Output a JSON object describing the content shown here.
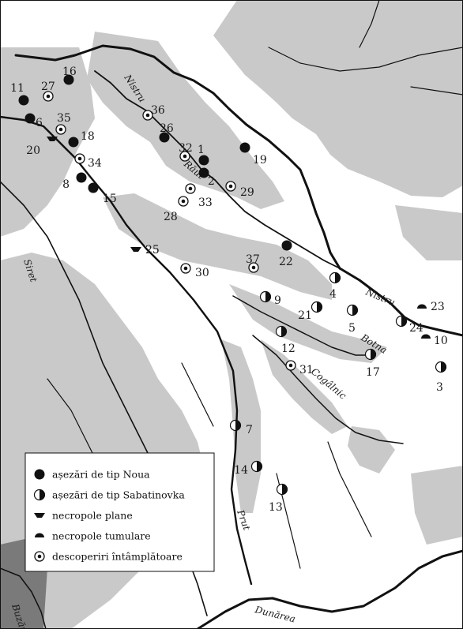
{
  "colors": {
    "paper": "#ffffff",
    "terrain": "#c9c9c9",
    "terrain_dark": "#7a7a7a",
    "ink": "#111111"
  },
  "legend": {
    "items": [
      {
        "symbol": "noua",
        "label": "așezări de tip Noua"
      },
      {
        "symbol": "sabatinovka",
        "label": "așezări de tip Sabatinovka"
      },
      {
        "symbol": "flat-necropolis",
        "label": "necropole plane"
      },
      {
        "symbol": "tumular-necropolis",
        "label": "necropole tumulare"
      },
      {
        "symbol": "chance-find",
        "label": "descoperiri întâmplătoare"
      }
    ]
  },
  "rivers": [
    {
      "id": "nistru-north",
      "name": "Nistru"
    },
    {
      "id": "nistru-south",
      "name": "Nistru"
    },
    {
      "id": "raut",
      "name": "Răut"
    },
    {
      "id": "siret",
      "name": "Siret"
    },
    {
      "id": "botna",
      "name": "Botna"
    },
    {
      "id": "cogalnic",
      "name": "Cogâlnic"
    },
    {
      "id": "prut",
      "name": "Prut"
    },
    {
      "id": "buzau",
      "name": "Buzău"
    },
    {
      "id": "dunarea",
      "name": "Dunărea"
    }
  ],
  "sites": [
    {
      "label": "1",
      "type": "noua"
    },
    {
      "label": "2",
      "type": "noua"
    },
    {
      "label": "3",
      "type": "sabatinovka"
    },
    {
      "label": "4",
      "type": "sabatinovka"
    },
    {
      "label": "5",
      "type": "sabatinovka"
    },
    {
      "label": "6",
      "type": "noua"
    },
    {
      "label": "7",
      "type": "sabatinovka"
    },
    {
      "label": "8",
      "type": "noua"
    },
    {
      "label": "9",
      "type": "sabatinovka"
    },
    {
      "label": "10",
      "type": "tumular-necropolis"
    },
    {
      "label": "11",
      "type": "noua"
    },
    {
      "label": "12",
      "type": "sabatinovka"
    },
    {
      "label": "13",
      "type": "sabatinovka"
    },
    {
      "label": "14",
      "type": "sabatinovka"
    },
    {
      "label": "15",
      "type": "noua"
    },
    {
      "label": "16",
      "type": "noua"
    },
    {
      "label": "17",
      "type": "sabatinovka"
    },
    {
      "label": "18",
      "type": "noua"
    },
    {
      "label": "19",
      "type": "noua"
    },
    {
      "label": "20",
      "type": "flat-necropolis"
    },
    {
      "label": "21",
      "type": "sabatinovka"
    },
    {
      "label": "22",
      "type": "noua"
    },
    {
      "label": "23",
      "type": "tumular-necropolis"
    },
    {
      "label": "24",
      "type": "sabatinovka"
    },
    {
      "label": "25",
      "type": "flat-necropolis"
    },
    {
      "label": "26",
      "type": "noua"
    },
    {
      "label": "27",
      "type": "chance-find"
    },
    {
      "label": "28",
      "type": "chance-find"
    },
    {
      "label": "29",
      "type": "chance-find"
    },
    {
      "label": "30",
      "type": "chance-find"
    },
    {
      "label": "31",
      "type": "chance-find"
    },
    {
      "label": "32",
      "type": "chance-find"
    },
    {
      "label": "33",
      "type": "chance-find"
    },
    {
      "label": "34",
      "type": "chance-find"
    },
    {
      "label": "35",
      "type": "chance-find"
    },
    {
      "label": "36",
      "type": "chance-find"
    },
    {
      "label": "37",
      "type": "chance-find"
    }
  ]
}
